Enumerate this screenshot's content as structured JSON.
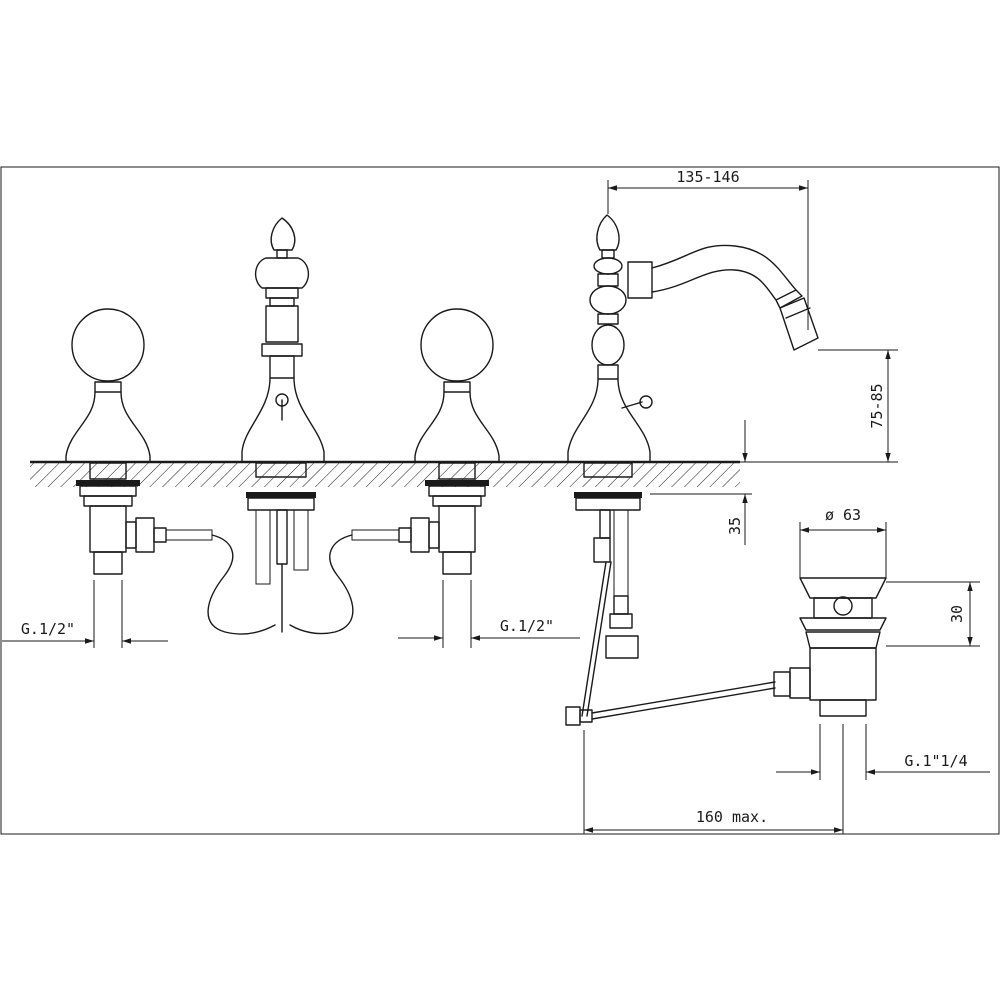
{
  "dimensions": {
    "spout_reach": "135-146",
    "spout_height": "75-85",
    "deck_thickness": "35",
    "waste_diameter": "ø 63",
    "waste_height": "30",
    "waste_thread": "G.1\"1/4",
    "rod_length": "160 max.",
    "inlet_thread_left": "G.1/2\"",
    "inlet_thread_right": "G.1/2\""
  },
  "colors": {
    "line": "#1a1a1a",
    "background": "#ffffff"
  }
}
